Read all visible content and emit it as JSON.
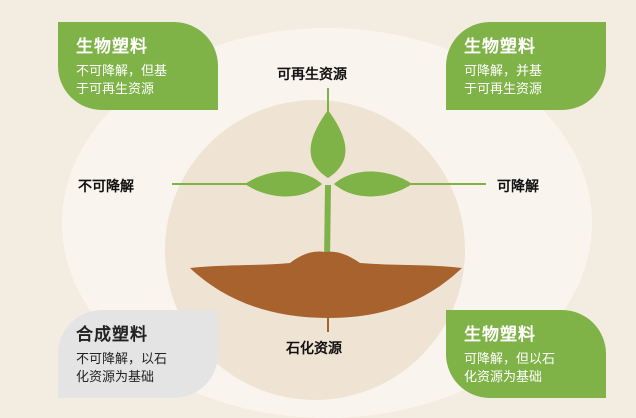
{
  "axes": {
    "top": "可再生资源",
    "bottom": "石化资源",
    "left": "不可降解",
    "right": "可降解"
  },
  "quadrants": {
    "top_left": {
      "title": "生物塑料",
      "line1": "不可降解，但基",
      "line2": "于可再生资源"
    },
    "top_right": {
      "title": "生物塑料",
      "line1": "可降解，并基",
      "line2": "于可再生资源"
    },
    "bottom_left": {
      "title": "合成塑料",
      "line1": "不可降解，以石",
      "line2": "化资源为基础"
    },
    "bottom_right": {
      "title": "生物塑料",
      "line1": "可降解，但以石",
      "line2": "化资源为基础"
    }
  },
  "colors": {
    "green": "#7fb247",
    "soil": "#a8622e",
    "gray": "#e4e4e4"
  }
}
